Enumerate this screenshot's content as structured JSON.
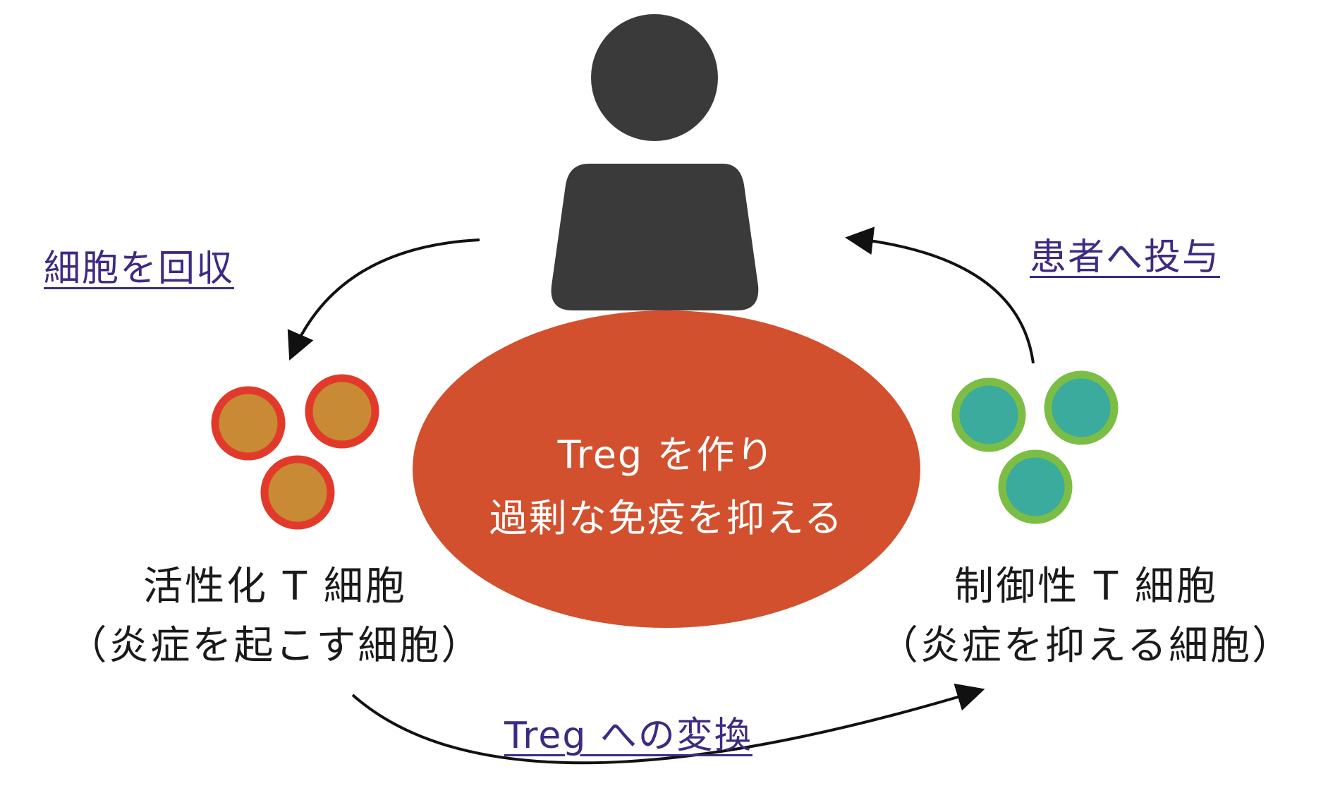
{
  "center": {
    "line1": "Treg を作り",
    "line2": "過剰な免疫を抑える"
  },
  "left_cells": {
    "label_line1": "活性化 T 細胞",
    "label_line2": "（炎症を起こす細胞）"
  },
  "right_cells": {
    "label_line1": "制御性 T 細胞",
    "label_line2": "（炎症を抑える細胞）"
  },
  "arrows": {
    "collect": "細胞を回収",
    "administer": "患者へ投与",
    "convert": "Treg への変換"
  },
  "icons": {
    "person": "person-icon"
  },
  "colors": {
    "person": "#3a3a3a",
    "center_oval": "#d2502d",
    "activated_fill": "#c98a35",
    "activated_ring": "#e23a2a",
    "treg_fill": "#3aab9c",
    "treg_ring": "#7cbd45",
    "link_text": "#3e2a82",
    "arrow": "#111111"
  }
}
